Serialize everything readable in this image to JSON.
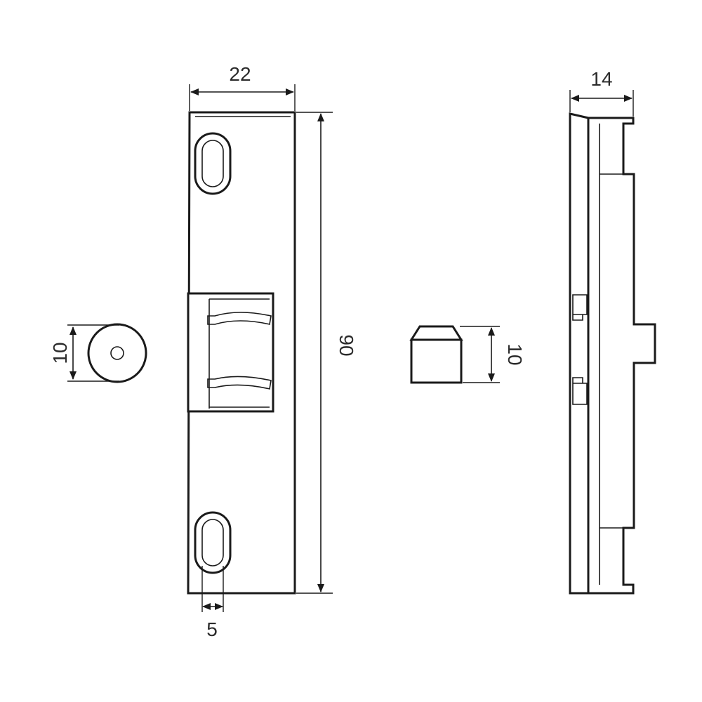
{
  "drawing": {
    "front_view": {
      "width_label": "22",
      "height_label": "90",
      "slot_width_label": "5"
    },
    "roller_end_view": {
      "diameter_label": "10"
    },
    "roller_side_view": {
      "height_label": "10"
    },
    "side_view": {
      "depth_label": "14"
    }
  }
}
